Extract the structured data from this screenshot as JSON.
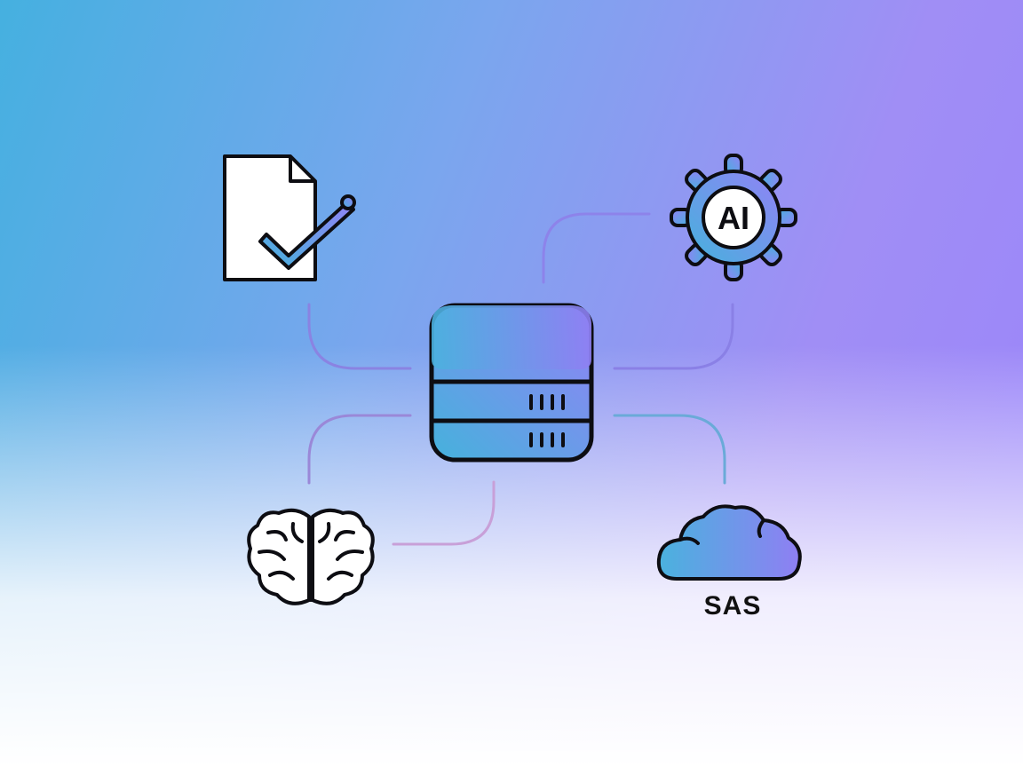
{
  "diagram": {
    "nodes": [
      {
        "id": "document",
        "icon": "document-check-icon",
        "label": ""
      },
      {
        "id": "ai",
        "icon": "ai-gear-icon",
        "label": "AI"
      },
      {
        "id": "server",
        "icon": "database-server-icon",
        "label": ""
      },
      {
        "id": "brain",
        "icon": "brain-icon",
        "label": ""
      },
      {
        "id": "cloud",
        "icon": "cloud-icon",
        "label": "SAS"
      }
    ],
    "edges": [
      {
        "from": "server",
        "to": "document"
      },
      {
        "from": "server",
        "to": "ai"
      },
      {
        "from": "server",
        "to": "brain"
      },
      {
        "from": "server",
        "to": "cloud"
      }
    ]
  },
  "colors": {
    "accent_blue": "#4ab3de",
    "accent_purple": "#8f7df5",
    "outline": "#0d0d12"
  }
}
